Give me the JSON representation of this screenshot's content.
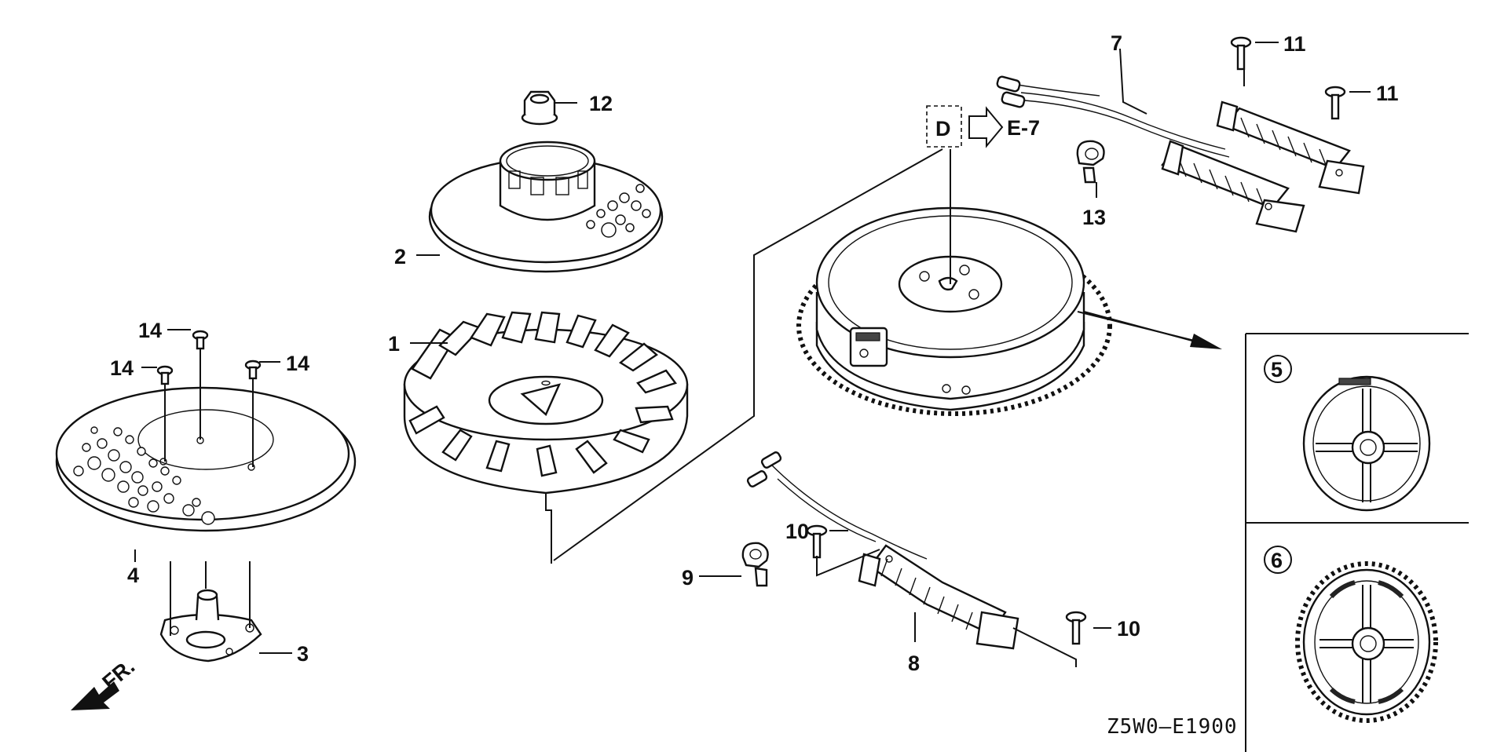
{
  "diagram_code": "Z5W0—E1900",
  "ref_label": "E-7",
  "ref_box": "D",
  "front_label": "FR.",
  "callouts": {
    "c1": "1",
    "c2": "2",
    "c3": "3",
    "c4": "4",
    "c5": "5",
    "c6": "6",
    "c7": "7",
    "c8": "8",
    "c9": "9",
    "c10a": "10",
    "c10b": "10",
    "c11a": "11",
    "c11b": "11",
    "c12": "12",
    "c13": "13",
    "c14a": "14",
    "c14b": "14",
    "c14c": "14"
  }
}
